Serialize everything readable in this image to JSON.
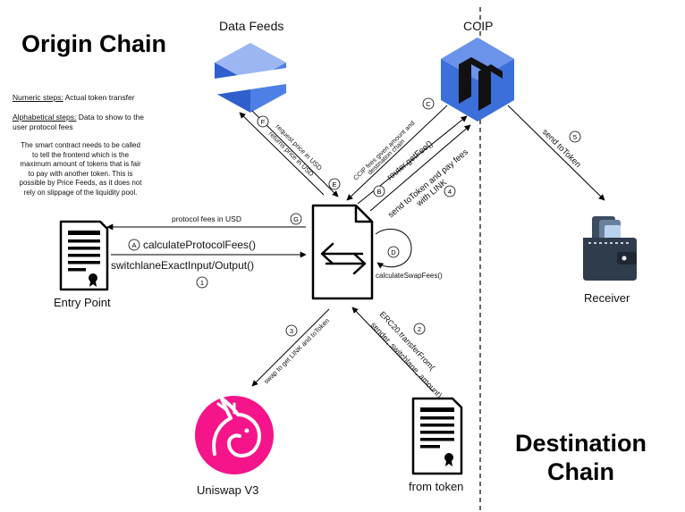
{
  "titles": {
    "origin": "Origin Chain",
    "destination_line1": "Destination",
    "destination_line2": "Chain"
  },
  "nodes": {
    "data_feeds": "Data Feeds",
    "ccip": "CCIP",
    "entry_point": "Entry Point",
    "receiver": "Receiver",
    "uniswap": "Uniswap V3",
    "from_token": "from token"
  },
  "legend": {
    "numeric_label": "Numeric steps:",
    "numeric_text": " Actual token transfer",
    "alpha_label": "Alphabetical steps:",
    "alpha_text_line1": " Data to show to the",
    "alpha_text_line2": "user protocol fees"
  },
  "note": [
    "The smart contract needs to be called",
    "to tell the frontend which is the",
    "maximum amount of tokens that is fair",
    "to pay with another token. This is",
    "possible by Price Feeds, as it does not",
    "rely on slippage of the liquidity pool."
  ],
  "edges": {
    "f_request": "request price in USD",
    "f_returns": "returns price in USD",
    "c_label_line1": "CCIP fees given amount and",
    "c_label_line2": "destination chain",
    "b_label": "router.getFee()",
    "four_label_line1": "send toToken and pay fees",
    "four_label_line2": "with LINK",
    "five_label": "send toToken",
    "g_label": "protocol fees in USD",
    "a_label": "calculateProtocolFees()",
    "one_label": "switchlaneExactInput/Output()",
    "d_label": "calculateSwapFees()",
    "three_label": "swap to get LINK and toToken",
    "two_label_line1": "ERC20.transferFrom(",
    "two_label_line2": "sender, switchlane, amount)"
  },
  "markers": {
    "A": "A",
    "B": "B",
    "C": "C",
    "D": "D",
    "E": "E",
    "F": "F",
    "G": "G",
    "one": "1",
    "two": "2",
    "three": "3",
    "four": "4",
    "five": "5"
  },
  "colors": {
    "uniswap_pink": "#f5148a",
    "datafeeds_blue": "#3d6fd6",
    "ccip_blue": "#3b6fd9",
    "wallet_dark": "#2f3c4c"
  }
}
